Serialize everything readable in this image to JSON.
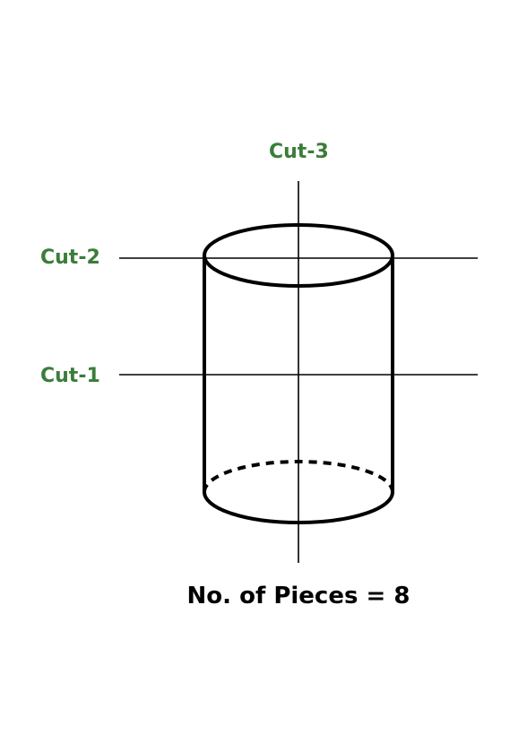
{
  "labels": {
    "cut_3": "Cut-3",
    "cut_2": "Cut-2",
    "cut_1": "Cut-1"
  },
  "caption": "No. of Pieces = 8",
  "colors": {
    "label": "#3a7d3a",
    "stroke": "#000000",
    "background": "#ffffff"
  }
}
